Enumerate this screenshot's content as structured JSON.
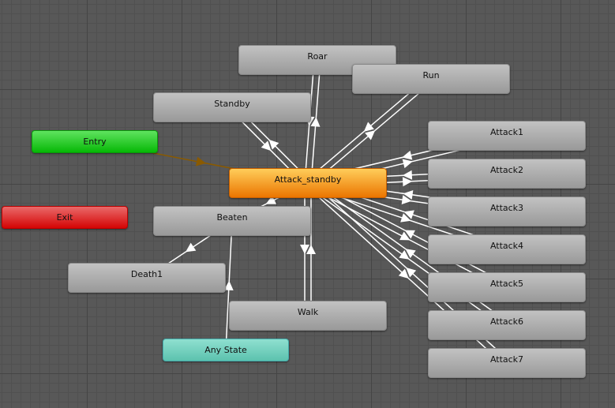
{
  "states": {
    "roar": "Roar",
    "run": "Run",
    "standby": "Standby",
    "entry": "Entry",
    "attack_standby": "Attack_standby",
    "exit": "Exit",
    "beaten": "Beaten",
    "attack1": "Attack1",
    "attack2": "Attack2",
    "attack3": "Attack3",
    "attack4": "Attack4",
    "attack5": "Attack5",
    "attack6": "Attack6",
    "attack7": "Attack7",
    "death1": "Death1",
    "walk": "Walk",
    "any_state": "Any State"
  },
  "colors": {
    "default_transition": "#ffffff",
    "entry_transition": "#8a5a00",
    "default_state": "#eb7500"
  },
  "transitions": [
    {
      "from": "entry",
      "to": "attack_standby",
      "kind": "entry"
    },
    {
      "from": "attack_standby",
      "to": "roar",
      "both": true
    },
    {
      "from": "attack_standby",
      "to": "run",
      "both": true
    },
    {
      "from": "attack_standby",
      "to": "standby",
      "both": true
    },
    {
      "from": "attack_standby",
      "to": "attack1",
      "both": true
    },
    {
      "from": "attack_standby",
      "to": "attack2",
      "both": true
    },
    {
      "from": "attack_standby",
      "to": "attack3",
      "both": true
    },
    {
      "from": "attack_standby",
      "to": "attack4",
      "both": true
    },
    {
      "from": "attack_standby",
      "to": "attack5",
      "both": true
    },
    {
      "from": "attack_standby",
      "to": "attack6",
      "both": true
    },
    {
      "from": "attack_standby",
      "to": "attack7",
      "both": true
    },
    {
      "from": "attack_standby",
      "to": "walk",
      "both": true
    },
    {
      "from": "attack_standby",
      "to": "beaten"
    },
    {
      "from": "beaten",
      "to": "death1"
    },
    {
      "from": "any_state",
      "to": "beaten"
    }
  ]
}
